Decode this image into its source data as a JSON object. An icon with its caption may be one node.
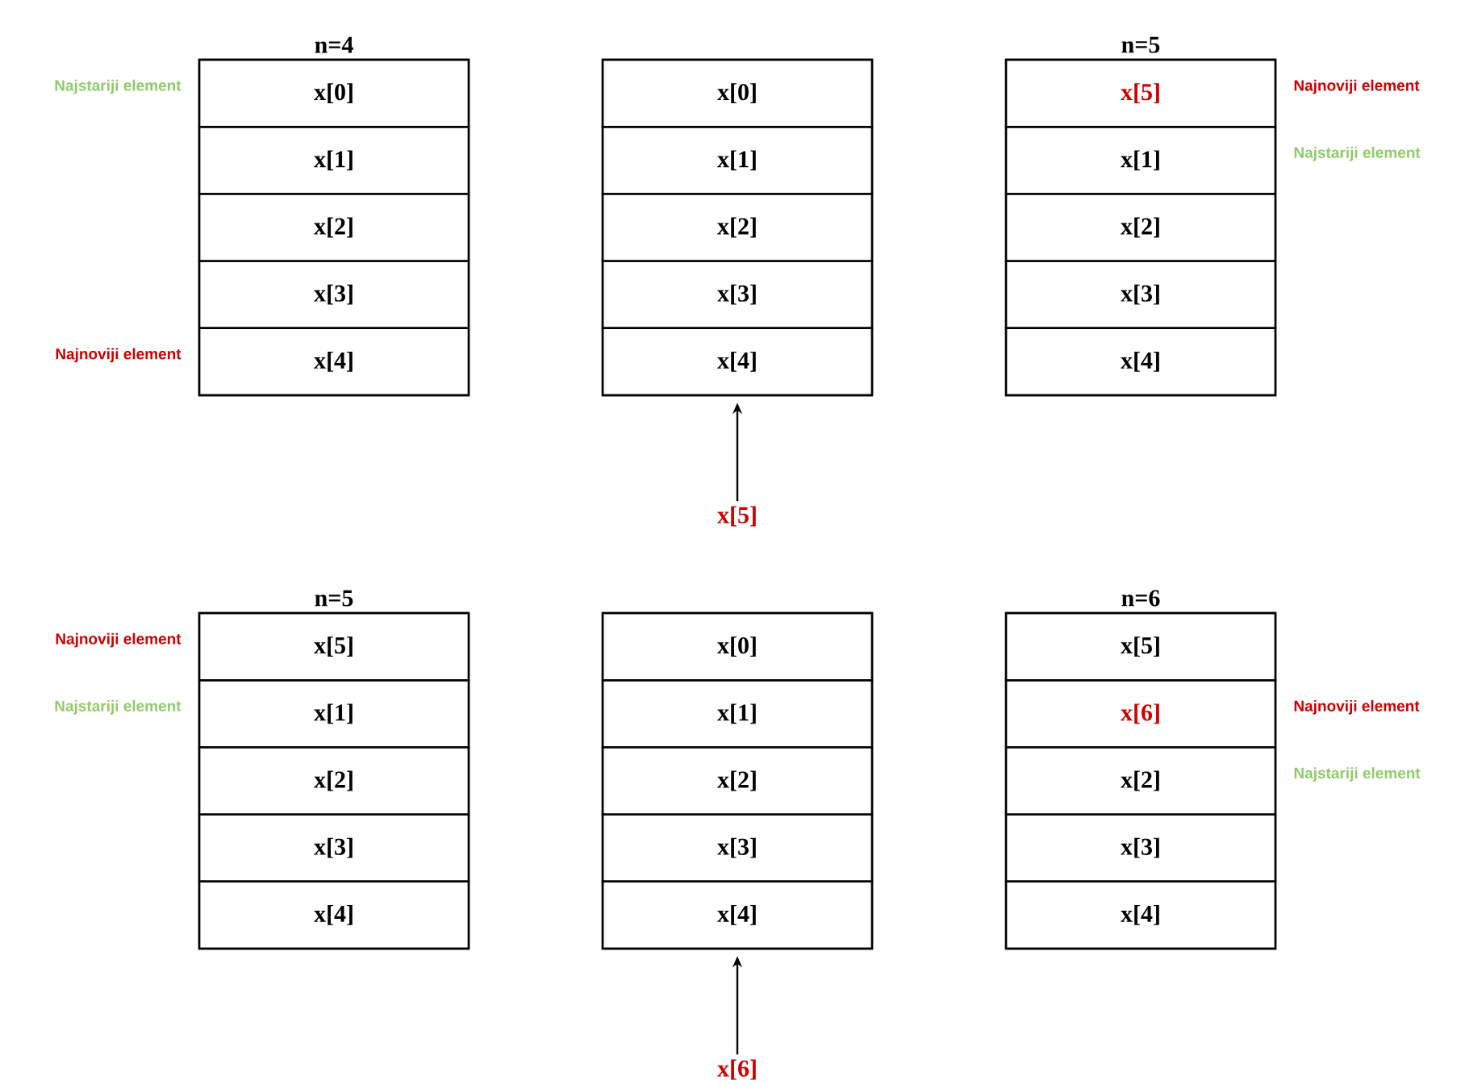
{
  "diagram": {
    "nodes": [
      {
        "text": [
          "n=4"
        ]
      },
      {
        "text": [
          "x[0]"
        ],
        "in": 0,
        "beside": [
          "Najstariji element"
        ]
      },
      {
        "text": [
          "x[1]"
        ],
        "in": 0
      },
      {
        "text": [
          "x[2]"
        ],
        "in": 0
      },
      {
        "text": [
          "x[3]"
        ],
        "in": 0
      },
      {
        "text": [
          "x[4]"
        ],
        "in": 0,
        "beside": [
          "Najnoviji element"
        ]
      },
      {
        "text": [],
        "shape": "box"
      },
      {
        "text": [
          "x[0]"
        ],
        "in": 6
      },
      {
        "text": [
          "x[1]"
        ],
        "in": 6
      },
      {
        "text": [
          "x[2]"
        ],
        "in": 6
      },
      {
        "text": [
          "x[3]"
        ],
        "in": 6
      },
      {
        "text": [
          "x[4]"
        ],
        "in": 6
      },
      {
        "text": [
          "n=5"
        ]
      },
      {
        "text": [
          "x[5]"
        ],
        "in": 12,
        "beside": [
          "Najnoviji element"
        ]
      },
      {
        "text": [
          "x[1]"
        ],
        "in": 12,
        "beside": [
          "Najstariji element"
        ]
      },
      {
        "text": [
          "x[2]"
        ],
        "in": 12
      },
      {
        "text": [
          "x[3]"
        ],
        "in": 12
      },
      {
        "text": [
          "x[4]"
        ],
        "in": 12
      },
      {
        "text": [
          "x[5]"
        ]
      },
      {
        "text": [
          "n=5"
        ]
      },
      {
        "text": [
          "x[5]"
        ],
        "in": 19,
        "beside": [
          "Najnoviji element"
        ]
      },
      {
        "text": [
          "x[1]"
        ],
        "in": 19,
        "beside": [
          "Najstariji element"
        ]
      },
      {
        "text": [
          "x[2]"
        ],
        "in": 19
      },
      {
        "text": [
          "x[3]"
        ],
        "in": 19
      },
      {
        "text": [
          "x[4]"
        ],
        "in": 19
      },
      {
        "text": [],
        "shape": "box"
      },
      {
        "text": [
          "x[0]"
        ],
        "in": 25
      },
      {
        "text": [
          "x[1]"
        ],
        "in": 25
      },
      {
        "text": [
          "x[2]"
        ],
        "in": 25
      },
      {
        "text": [
          "x[3]"
        ],
        "in": 25
      },
      {
        "text": [
          "x[4]"
        ],
        "in": 25
      },
      {
        "text": [
          "n=6"
        ]
      },
      {
        "text": [
          "x[5]"
        ],
        "in": 31
      },
      {
        "text": [
          "x[6]"
        ],
        "in": 31,
        "beside": [
          "Najnoviji element"
        ]
      },
      {
        "text": [
          "x[2]"
        ],
        "in": 31,
        "beside": [
          "Najstariji element"
        ]
      },
      {
        "text": [
          "x[3]"
        ],
        "in": 31
      },
      {
        "text": [
          "x[4]"
        ],
        "in": 31
      },
      {
        "text": [
          "x[6]"
        ]
      }
    ],
    "edges": [
      {
        "from": 18,
        "to": 11,
        "arrow": "to"
      },
      {
        "from": 37,
        "to": 30,
        "arrow": "to"
      }
    ]
  }
}
